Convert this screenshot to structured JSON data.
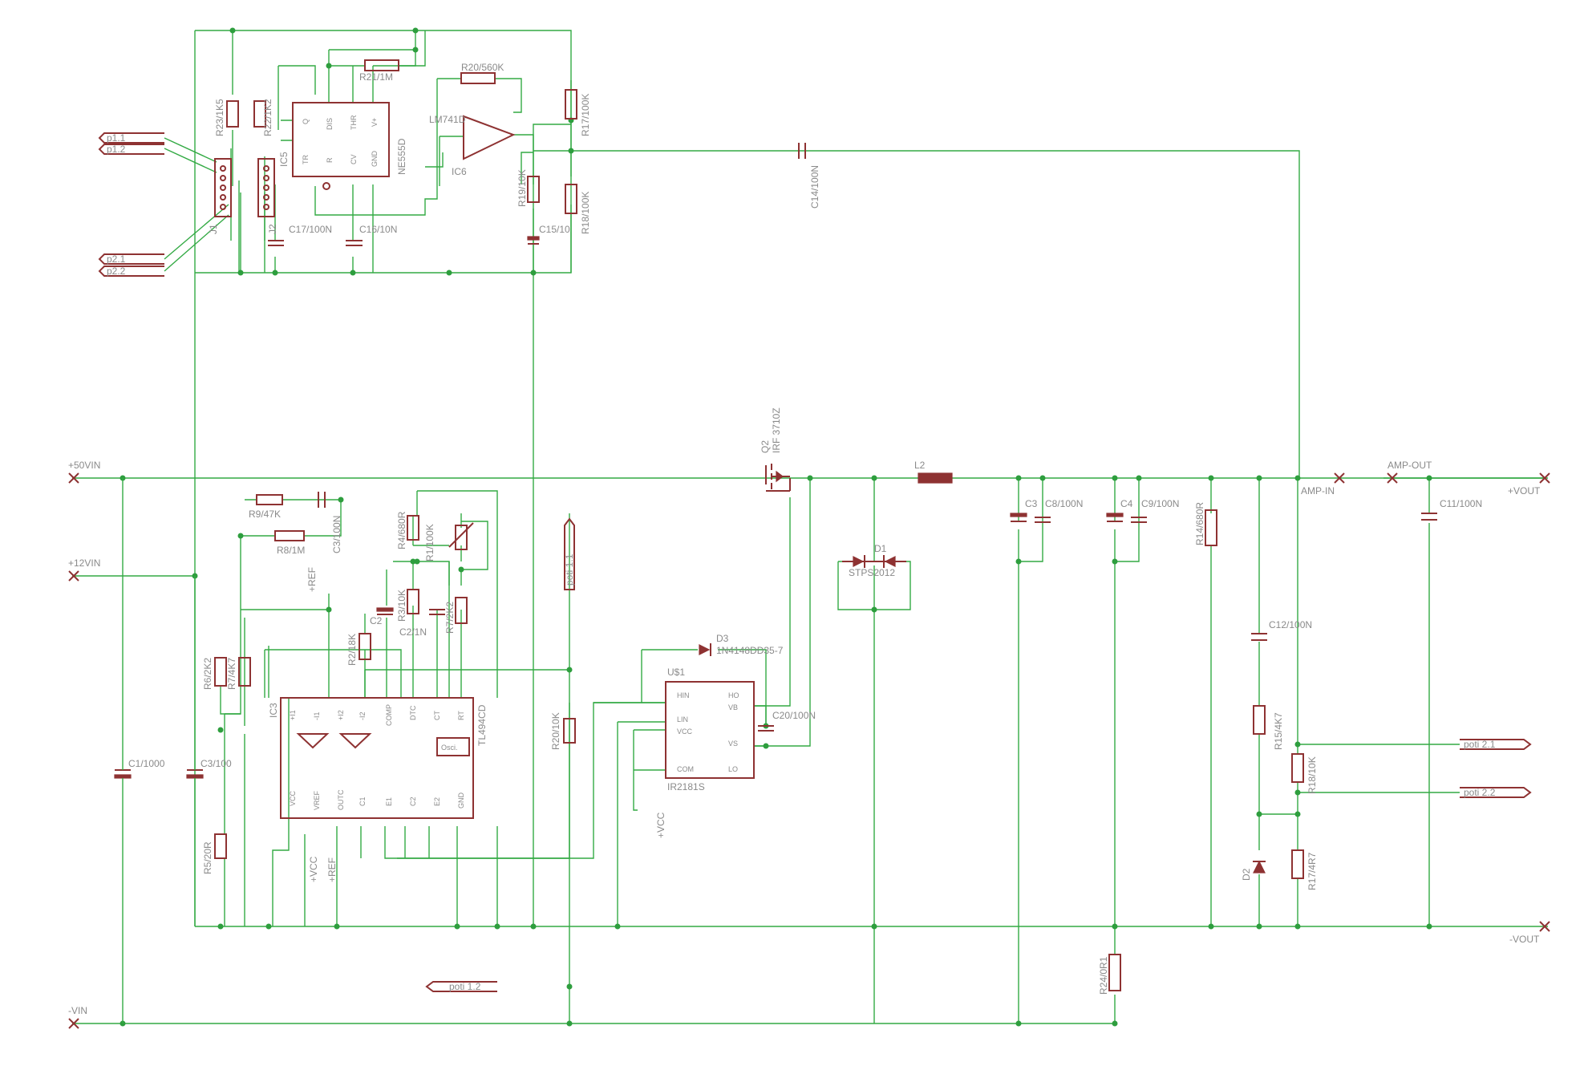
{
  "colors": {
    "wire": "#33aa44",
    "part": "#8e3232",
    "text": "#8a8a8a",
    "background": "#ffffff"
  },
  "labels": {
    "r23": "R23/1K5",
    "r22": "R22/1K2",
    "r21": "R21/1M",
    "r20a": "R20/560K",
    "ic5": "IC5",
    "ne555": "NE555D",
    "lm741": "LM741D",
    "ic6": "IC6",
    "r17a": "R17/100K",
    "r18a": "R18/100K",
    "r19": "R19/10K",
    "c14": "C14/100N",
    "c15": "C15/10",
    "c16": "C16/10N",
    "c17": "C17/100N",
    "j1": "J1",
    "j2": "J2",
    "p11": "p1.1",
    "p12": "p1.2",
    "p21": "p2.1",
    "p22": "p2.2",
    "vin50": "+50VIN",
    "vin12": "+12VIN",
    "vinm": "-VIN",
    "q2": "Q2",
    "irf": "IRF 3710Z",
    "l2": "L2",
    "d1": "D1",
    "stps": "STPS2012",
    "c3a": "C3",
    "c8": "C8/100N",
    "c4": "C4",
    "c9": "C9/100N",
    "r14": "R14/680R",
    "ampin": "AMP-IN",
    "ampout": "AMP-OUT",
    "vout": "+VOUT",
    "voutm": "-VOUT",
    "c11": "C11/100N",
    "c12": "C12/100N",
    "r15": "R15/4K7",
    "r18b": "R18/10K",
    "r17b": "R17/4R7",
    "d2": "D2",
    "poti21": "poti 2.1",
    "poti22": "poti 2.2",
    "poti11": "poti 1.1",
    "poti12": "poti 1.2",
    "r9": "R9/47K",
    "r8": "R8/1M",
    "c3b": "C3/100N",
    "r4": "R4/680R",
    "r1": "R1/100K",
    "r3": "R3/10K",
    "c2": "C2",
    "c21": "C2/1N",
    "r7a": "R7/2K2",
    "r2": "R2/18K",
    "r6": "R6/2K2",
    "r7b": "R7/4K7",
    "ic3": "IC3",
    "tl494": "TL494CD",
    "osci": "Osci.",
    "c1": "C1/1000",
    "c3c": "C3/100",
    "r5": "R5/20R",
    "r20b": "R20/10K",
    "d3": "D3",
    "d3part": "1N4148DD35-7",
    "us1": "U$1",
    "ir2181": "IR2181S",
    "c20": "C20/100N",
    "r24": "R24/0R1",
    "vcc1": "+VCC",
    "vcc2": "+VCC",
    "vref1": "+REF",
    "vref2": "+REF",
    "ic5_pins": {
      "q": "Q",
      "dis": "DIS",
      "thr": "THR",
      "vp": "V+",
      "tr": "TR",
      "r": "R",
      "cv": "CV",
      "gnd": "GND"
    },
    "ic3_pins": {
      "i1p": "+I1",
      "i1m": "-I1",
      "i2p": "+I2",
      "i2m": "-I2",
      "comp": "COMP",
      "dtc": "DTC",
      "ct": "CT",
      "rt": "RT",
      "vcc": "VCC",
      "vref": "VREF",
      "outc": "OUTC",
      "c1": "C1",
      "e1": "E1",
      "c2": "C2",
      "e2": "E2",
      "gnd": "GND"
    },
    "us1_pins": {
      "hin": "HIN",
      "lin": "LIN",
      "vcc": "VCC",
      "com": "COM",
      "ho": "HO",
      "vb": "VB",
      "vs": "VS",
      "lo": "LO"
    }
  }
}
